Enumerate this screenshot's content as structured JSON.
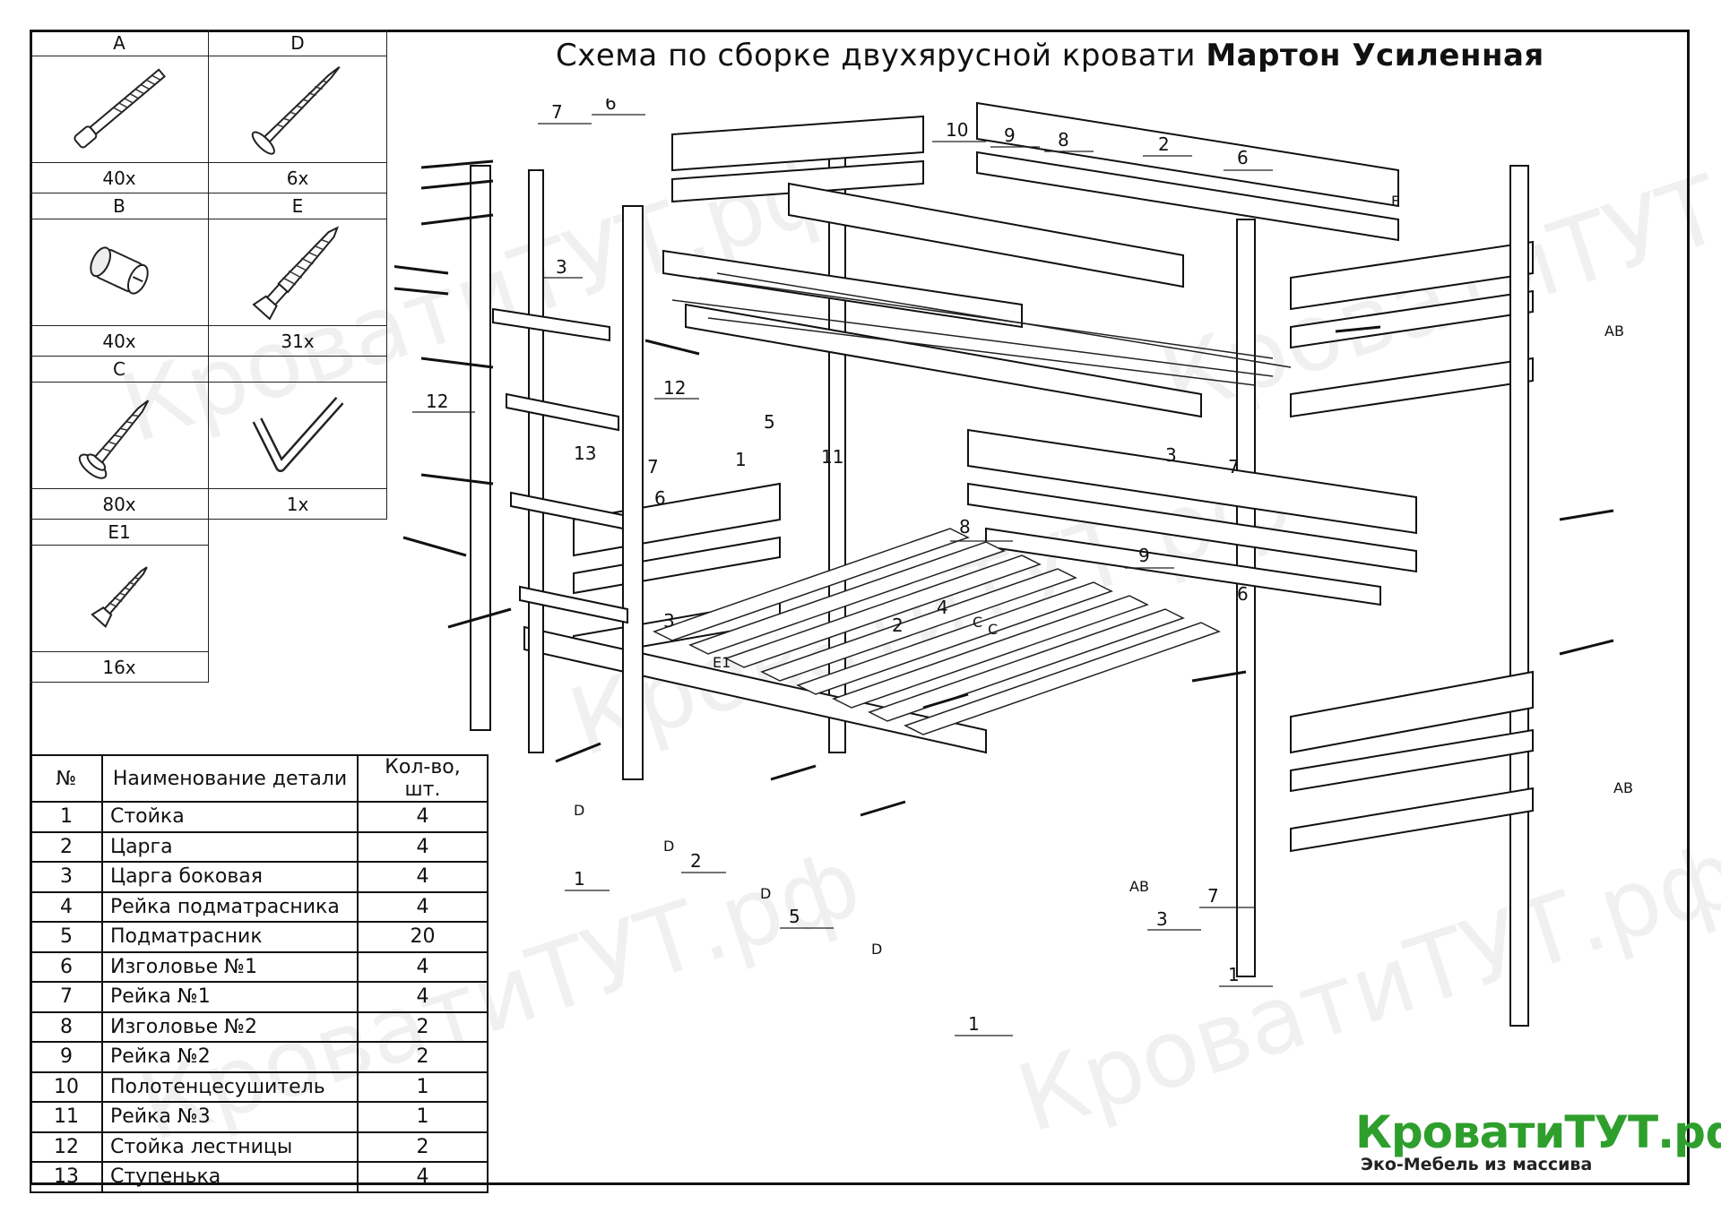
{
  "title": {
    "prefix": "Схема по сборке двухярусной кровати",
    "model": "Мартон Усиленная"
  },
  "hardware": [
    {
      "code": "A",
      "qty": "40x",
      "icon": "hex-bolt-icon"
    },
    {
      "code": "D",
      "qty": "6x",
      "icon": "wood-screw-icon"
    },
    {
      "code": "B",
      "qty": "40x",
      "icon": "barrel-nut-icon"
    },
    {
      "code": "E",
      "qty": "31x",
      "icon": "confirmat-screw-icon"
    },
    {
      "code": "C",
      "qty": "80x",
      "icon": "washer-screw-icon"
    },
    {
      "code": "",
      "qty": "1x",
      "icon": "allen-key-icon"
    },
    {
      "code": "E1",
      "qty": "16x",
      "icon": "short-screw-icon"
    }
  ],
  "parts_table": {
    "headers": [
      "№",
      "Наименование детали",
      "Кол-во, шт."
    ],
    "rows": [
      [
        "1",
        "Стойка",
        "4"
      ],
      [
        "2",
        "Царга",
        "4"
      ],
      [
        "3",
        "Царга боковая",
        "4"
      ],
      [
        "4",
        "Рейка подматрасника",
        "4"
      ],
      [
        "5",
        "Подматрасник",
        "20"
      ],
      [
        "6",
        "Изголовье №1",
        "4"
      ],
      [
        "7",
        "Рейка №1",
        "4"
      ],
      [
        "8",
        "Изголовье №2",
        "2"
      ],
      [
        "9",
        "Рейка №2",
        "2"
      ],
      [
        "10",
        "Полотенцесушитель",
        "1"
      ],
      [
        "11",
        "Рейка №3",
        "1"
      ],
      [
        "12",
        "Стойка лестницы",
        "2"
      ],
      [
        "13",
        "Ступенька",
        "4"
      ]
    ]
  },
  "diagram_labels": {
    "post": "1",
    "rail": "2",
    "side_rail": "3",
    "mattress_rail": "4",
    "slat": "5",
    "head1": "6",
    "rail1": "7",
    "head2": "8",
    "rail2": "9",
    "towel": "10",
    "rail3": "11",
    "ladder_post": "12",
    "step": "13",
    "fastener_e": "E",
    "fastener_e1": "E1",
    "fastener_ab": "AB",
    "fastener_d": "D",
    "fastener_c": "C"
  },
  "watermark": "КроватиТУТ.рф",
  "brand": {
    "name": "КроватиТУТ.рф",
    "tagline": "Эко-Мебель из массива",
    "color": "#2e9f2c"
  }
}
